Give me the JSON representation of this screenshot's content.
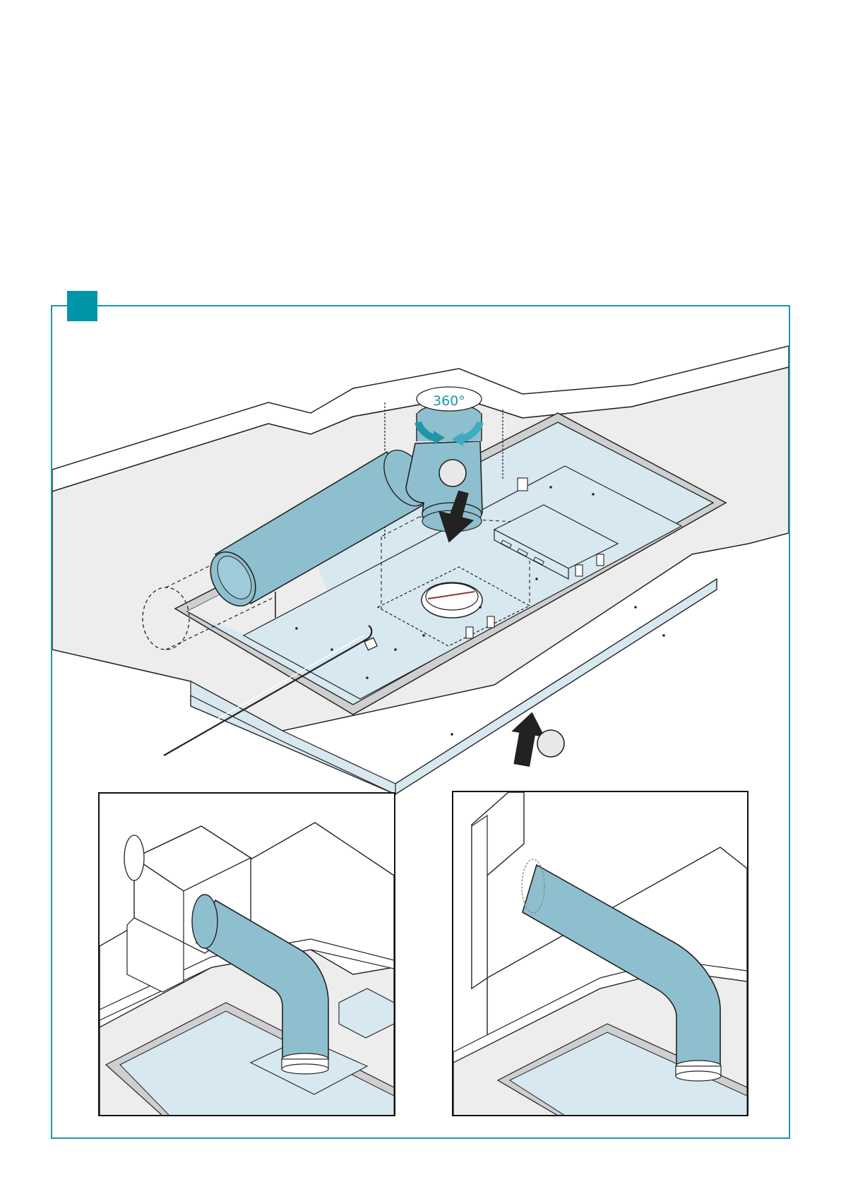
{
  "step": {
    "number": "",
    "tab_color": "#0095a8",
    "border_color": "#1e96a8"
  },
  "main_diagram": {
    "rotation_label": "360°",
    "callout_top": "",
    "callout_bottom": "",
    "duct_color": "#8ebfcf",
    "panel_color": "#d7e8f0",
    "ceiling_color": "#ededed",
    "arrow_down_icon": "arrow-down",
    "arrow_up_icon": "arrow-up",
    "rotate_icon": "rotate-360"
  },
  "detail_left": {
    "variant": "duct-to-wall-fan-box"
  },
  "detail_right": {
    "variant": "duct-through-wall"
  }
}
